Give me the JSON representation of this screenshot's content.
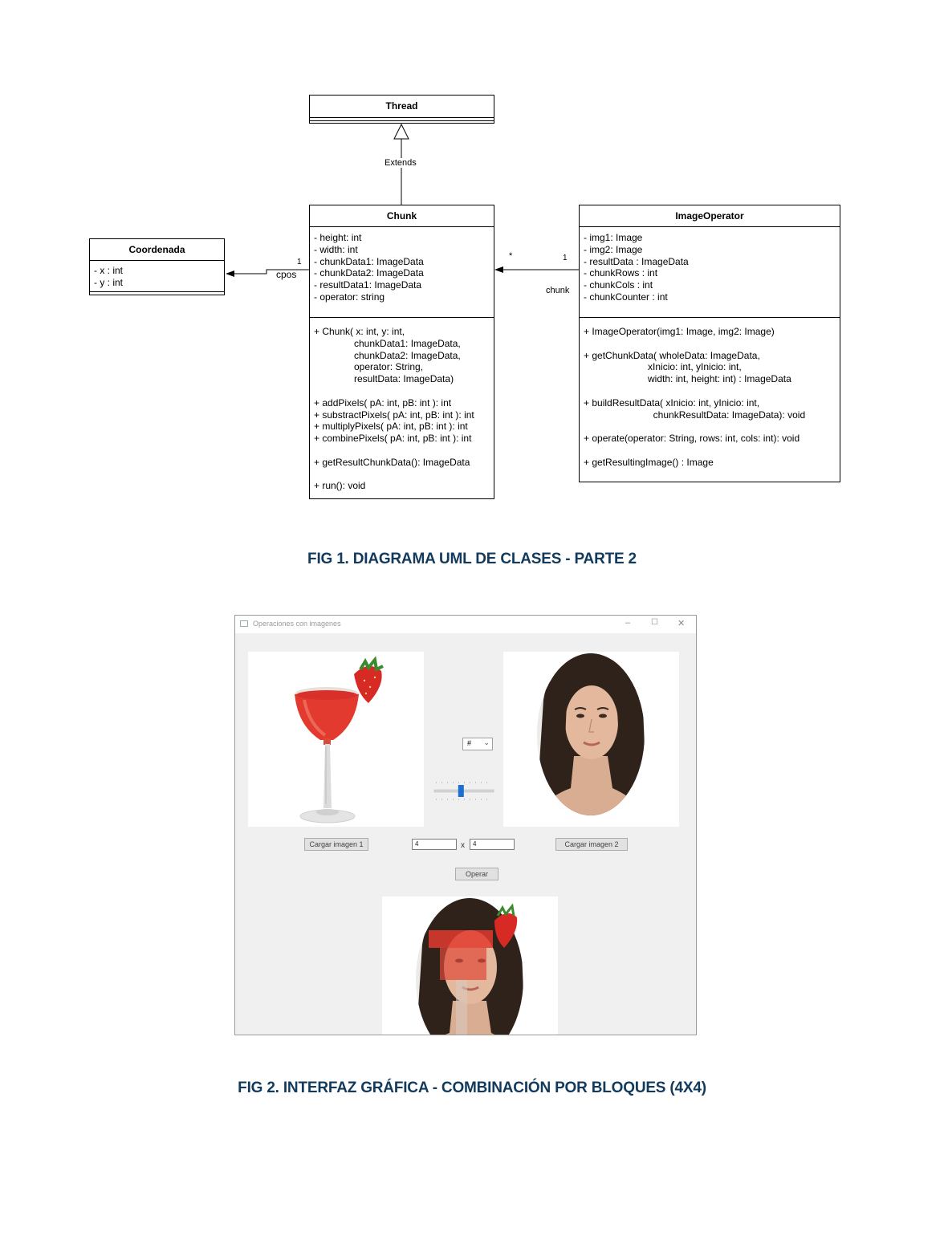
{
  "diagram": {
    "thread": {
      "name": "Thread"
    },
    "extends_label": "Extends",
    "chunk": {
      "name": "Chunk",
      "attributes": [
        "- height: int",
        "- width: int",
        "- chunkData1: ImageData",
        "- chunkData2: ImageData",
        "- resultData1: ImageData",
        "- operator: string"
      ],
      "methods": [
        "+ Chunk( x: int, y: int,",
        "               chunkData1: ImageData,",
        "               chunkData2: ImageData,",
        "               operator: String,",
        "               resultData: ImageData)",
        "",
        "+ addPixels( pA: int, pB: int ): int",
        "+ substractPixels( pA: int, pB: int ): int",
        "+ multiplyPixels( pA: int, pB: int ): int",
        "+ combinePixels( pA: int, pB: int ): int",
        "",
        "+ getResultChunkData(): ImageData",
        "",
        "+ run(): void"
      ]
    },
    "coordenada": {
      "name": "Coordenada",
      "attributes": [
        "- x : int",
        "- y : int"
      ]
    },
    "imageoperator": {
      "name": "ImageOperator",
      "attributes": [
        "- img1: Image",
        "- img2: Image",
        "- resultData : ImageData",
        "- chunkRows : int",
        "- chunkCols : int",
        "- chunkCounter : int"
      ],
      "methods": [
        "+ ImageOperator(img1: Image, img2: Image)",
        "",
        "+ getChunkData( wholeData: ImageData,",
        "                        xInicio: int, yInicio: int,",
        "                        width: int, height: int) : ImageData",
        "",
        "+ buildResultData( xInicio: int, yInicio: int,",
        "                          chunkResultData: ImageData): void",
        "",
        "+ operate(operator: String, rows: int, cols: int): void",
        "",
        "+ getResultingImage() : Image"
      ]
    },
    "assoc_cpos": {
      "multiplicity": "1",
      "role": "cpos"
    },
    "assoc_chunk": {
      "multiplicity_target": "*",
      "multiplicity_source": "1",
      "role": "chunk"
    }
  },
  "captions": {
    "fig1": "FIG 1. DIAGRAMA UML DE CLASES - PARTE 2",
    "fig2": "FIG 2. INTERFAZ GRÁFICA - COMBINACIÓN POR BLOQUES (4X4)"
  },
  "app_window": {
    "title": "Operaciones con imagenes",
    "controls": {
      "minimize": "–",
      "maximize": "☐",
      "close": "✕"
    },
    "operator_select": {
      "value": "#"
    },
    "load1_label": "Cargar imagen 1",
    "load2_label": "Cargar imagen 2",
    "rows_value": "4",
    "times_label": "x",
    "cols_value": "4",
    "operate_label": "Operar",
    "slider": {
      "value": 0.45
    }
  }
}
